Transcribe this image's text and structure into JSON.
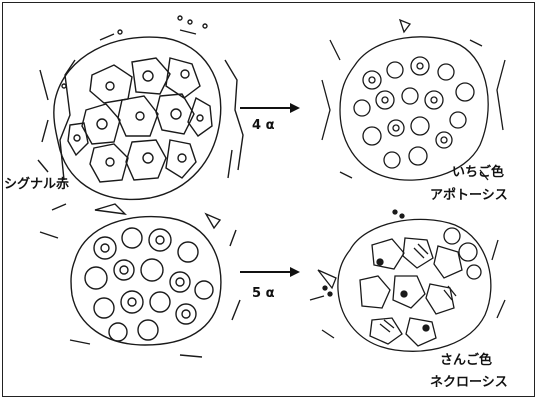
{
  "labels": {
    "signal_red": "シグナル赤",
    "strawberry_color": "いちご色",
    "apoptosis": "アポトーシス",
    "salmon_color": "さんご色",
    "necrosis": "ネクローシス"
  },
  "arrows": {
    "top": "4 α",
    "bottom": "5 α"
  }
}
